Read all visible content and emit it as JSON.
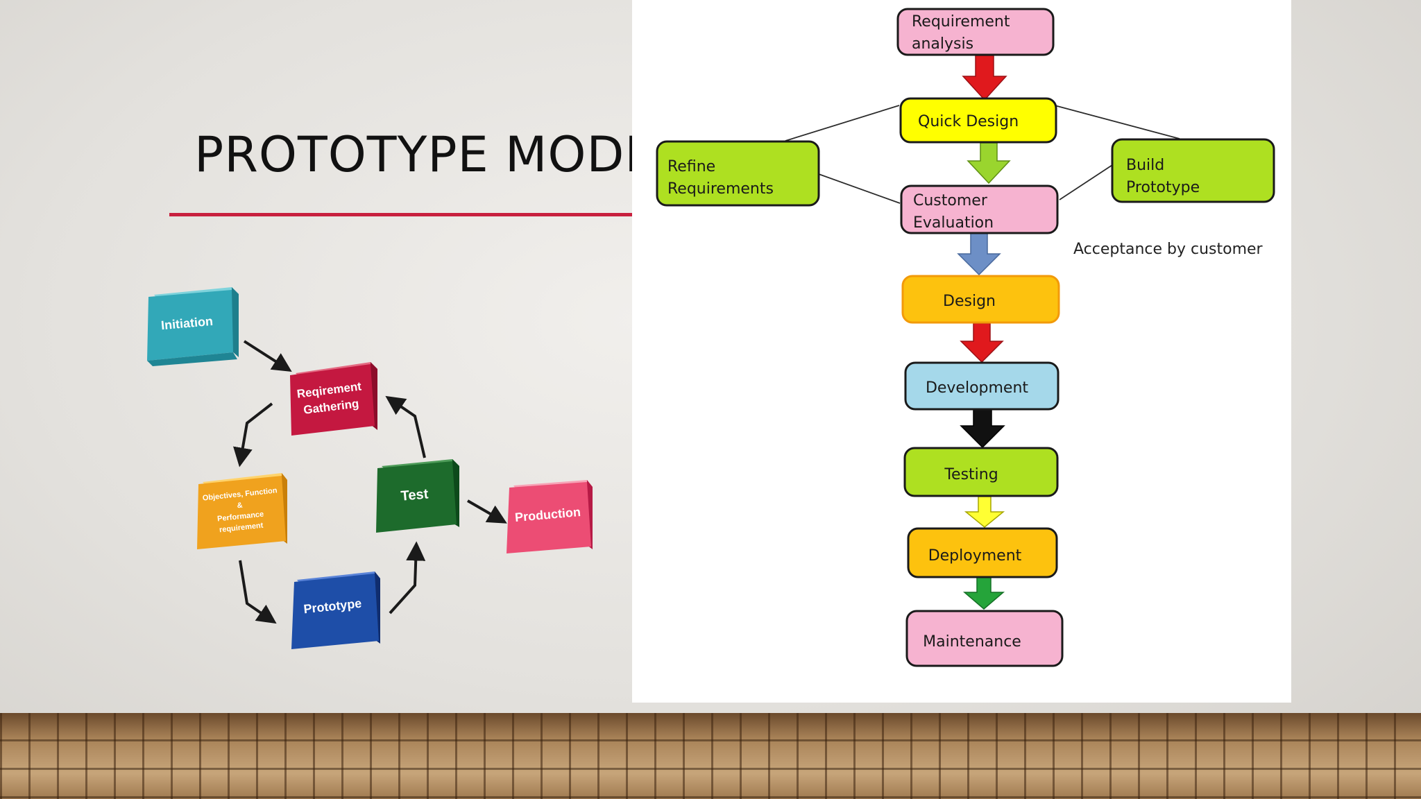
{
  "slide": {
    "title": "PROTOTYPE MODEL"
  },
  "cycle": {
    "initiation": "Initiation",
    "requirement_gathering": [
      "Reqirement",
      "Gathering"
    ],
    "objectives": [
      "Objectives, Function",
      "&",
      "Performance",
      "requirement"
    ],
    "test": "Test",
    "prototype": "Prototype",
    "production": "Production"
  },
  "flow": {
    "requirement_analysis": [
      "Requirement",
      "analysis"
    ],
    "quick_design": "Quick Design",
    "refine_requirements": [
      "Refine",
      "Requirements"
    ],
    "build_prototype": [
      "Build",
      "Prototype"
    ],
    "customer_evaluation": [
      "Customer",
      "Evaluation"
    ],
    "acceptance_note": "Acceptance by customer",
    "design": "Design",
    "development": "Development",
    "testing": "Testing",
    "deployment": "Deployment",
    "maintenance": "Maintenance"
  },
  "colors": {
    "pink": "#f6b3d0",
    "yellow": "#ffff00",
    "lime": "#aee021",
    "orange": "#fdc20e",
    "light_blue": "#a5d8ea",
    "accent_rule": "#c8203e"
  }
}
